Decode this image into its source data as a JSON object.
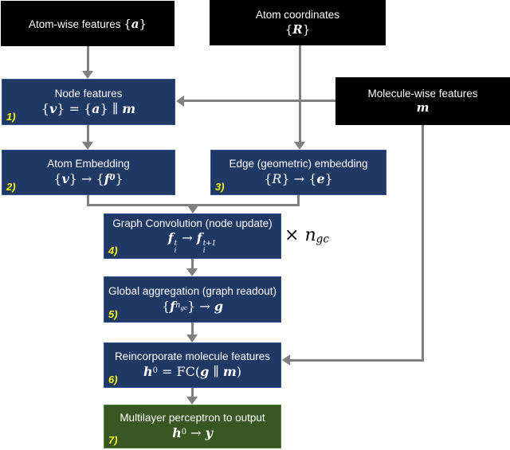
{
  "colors": {
    "input_box_fill": "#000000",
    "process_box_fill": "#1f3864",
    "process_box_border": "#2e5395",
    "output_box_fill": "#385723",
    "output_box_border": "#538135",
    "arrow": "#808080",
    "step_number": "#ffff00",
    "text": "#ffffff",
    "annotation_text": "#000000"
  },
  "nodes": {
    "atom_features": {
      "line_tokens": [
        {
          "t": "Atom-wise features ",
          "c": "lbl"
        },
        {
          "t": "{",
          "c": "p"
        },
        {
          "t": "a",
          "c": "bi"
        },
        {
          "t": "}",
          "c": "p"
        }
      ]
    },
    "atom_coords": {
      "title": "Atom coordinates",
      "formula": [
        {
          "t": "{",
          "c": "p"
        },
        {
          "t": "R",
          "c": "bi"
        },
        {
          "t": "}",
          "c": "p"
        }
      ]
    },
    "molecule": {
      "title": "Molecule-wise features",
      "formula": [
        {
          "t": "m",
          "c": "bi"
        }
      ]
    },
    "n1": {
      "num": "1)",
      "title": "Node features",
      "formula": [
        {
          "t": "{",
          "c": "p"
        },
        {
          "t": "v",
          "c": "bi"
        },
        {
          "t": "} = {",
          "c": "p"
        },
        {
          "t": "a",
          "c": "bi"
        },
        {
          "t": "} ∥ ",
          "c": "p"
        },
        {
          "t": "m",
          "c": "bi"
        }
      ]
    },
    "n2": {
      "num": "2)",
      "title": "Atom Embedding",
      "formula": [
        {
          "t": "{",
          "c": "p"
        },
        {
          "t": "v",
          "c": "bi"
        },
        {
          "t": "} → {",
          "c": "p"
        },
        {
          "t": "f",
          "c": "bi"
        },
        {
          "t": "0",
          "c": "sup bi"
        },
        {
          "t": "}",
          "c": "p"
        }
      ]
    },
    "n3": {
      "num": "3)",
      "title": "Edge (geometric) embedding",
      "formula": [
        {
          "t": "{",
          "c": "p"
        },
        {
          "t": "R",
          "c": "i"
        },
        {
          "t": "} → {",
          "c": "p"
        },
        {
          "t": "e",
          "c": "bi"
        },
        {
          "t": "}",
          "c": "p"
        }
      ]
    },
    "n4": {
      "num": "4)",
      "title": "Graph Convolution (node update)",
      "formula": [
        {
          "t": "f",
          "c": "bi"
        },
        {
          "stack": {
            "top": "t",
            "bot": "i"
          }
        },
        {
          "t": " → ",
          "c": "p"
        },
        {
          "t": "f",
          "c": "bi"
        },
        {
          "stack": {
            "top": "t+1",
            "bot": "i"
          }
        }
      ]
    },
    "n5": {
      "num": "5)",
      "title": "Global aggregation (graph readout)",
      "formula": [
        {
          "t": "{",
          "c": "p"
        },
        {
          "t": "f",
          "c": "bi"
        },
        {
          "t": "n",
          "c": "sup i"
        },
        {
          "t": "gc",
          "c": "supsub i"
        },
        {
          "t": "} → ",
          "c": "p"
        },
        {
          "t": "g",
          "c": "bi"
        }
      ]
    },
    "n6": {
      "num": "6)",
      "title": "Reincorporate molecule features",
      "formula": [
        {
          "t": "h",
          "c": "bi"
        },
        {
          "t": "0",
          "c": "sup"
        },
        {
          "t": " = FC(",
          "c": "p"
        },
        {
          "t": "g",
          "c": "bi"
        },
        {
          "t": " ∥ ",
          "c": "p"
        },
        {
          "t": "m",
          "c": "bi"
        },
        {
          "t": ")",
          "c": "p"
        }
      ]
    },
    "n7": {
      "num": "7)",
      "title": "Multilayer perceptron to output",
      "formula": [
        {
          "t": "h",
          "c": "bi"
        },
        {
          "t": "0",
          "c": "sup"
        },
        {
          "t": " → ",
          "c": "p"
        },
        {
          "t": "y",
          "c": "bi"
        }
      ]
    }
  },
  "annotation": {
    "tokens": [
      {
        "t": "× ",
        "c": "p"
      },
      {
        "t": "n",
        "c": "i"
      },
      {
        "t": "gc",
        "c": "sub i"
      }
    ]
  }
}
